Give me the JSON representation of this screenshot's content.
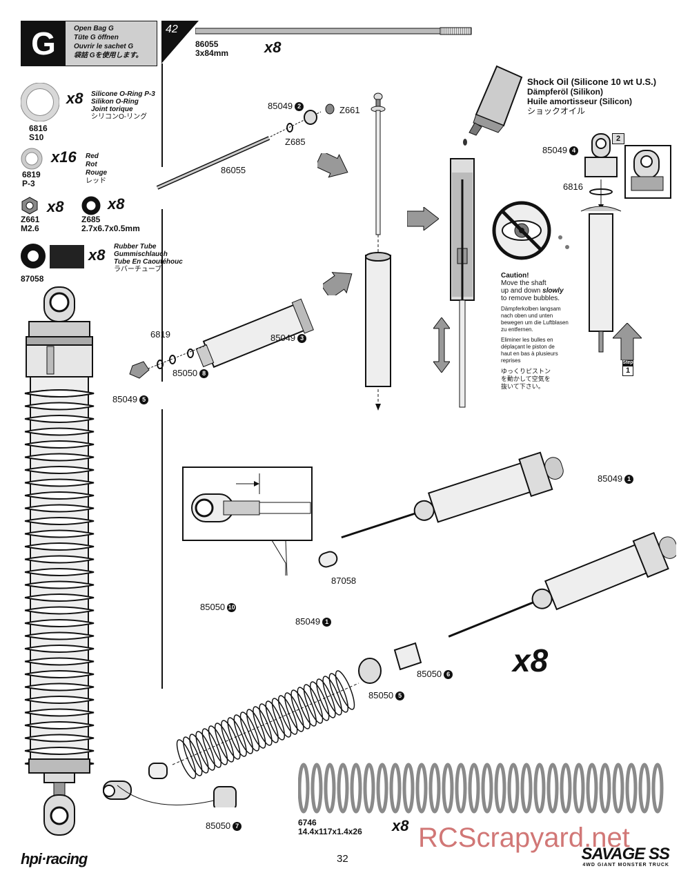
{
  "bag": {
    "letter": "G",
    "lines": [
      "Open Bag G",
      "Tüte G öffnen",
      "Ouvrir le sachet G",
      "袋詰 Gを使用します。"
    ]
  },
  "step_number": "42",
  "parts": [
    {
      "id": "86055",
      "desc": "3x84mm",
      "qty": "x8"
    },
    {
      "id": "6816",
      "desc": "S10",
      "qty": "x8",
      "names": [
        "Silicone O-Ring P-3",
        "Silikon O-Ring",
        "Joint torique",
        "シリコンO-リング"
      ]
    },
    {
      "id": "6819",
      "desc": "P-3",
      "qty": "x16",
      "names": [
        "Red",
        "Rot",
        "Rouge",
        "レッド"
      ]
    },
    {
      "id": "Z661",
      "desc": "M2.6",
      "qty": "x8"
    },
    {
      "id": "Z685",
      "desc": "2.7x6.7x0.5mm",
      "qty": "x8"
    },
    {
      "id": "87058",
      "desc": "",
      "qty": "x8",
      "names": [
        "Rubber Tube",
        "Gummischlauch",
        "Tube En Caoutéhouc",
        "ラバーチューブ"
      ]
    }
  ],
  "shock_oil": {
    "lines": [
      "Shock Oil (Silicone 10 wt U.S.)",
      "Dämpferöl (Silikon)",
      "Huile amortisseur (Silicon)",
      "ショックオイル"
    ]
  },
  "caution": {
    "title": "Caution!",
    "en_1": "Move the shaft",
    "en_2a": "up and down ",
    "en_2b": "slowly",
    "en_3": "to remove bubbles.",
    "de": [
      "Dämpferkolben langsam",
      "nach oben und unten",
      "bewegen um die Luftblasen",
      "zu entfernen."
    ],
    "fr": [
      "Eliminer les bulles en",
      "déplaçant le piston de",
      "haut en bas à plusieurs",
      "reprises"
    ],
    "jp": [
      "ゆっくりピストン",
      "を動かして空気を",
      "抜いて下さい。"
    ]
  },
  "step_box": {
    "label": "Step",
    "value": "1"
  },
  "inset_step": "2",
  "callouts": {
    "c_85049_2": {
      "text": "85049",
      "badge": "2"
    },
    "c_z661": {
      "text": "Z661"
    },
    "c_z685": {
      "text": "Z685"
    },
    "c_86055": {
      "text": "86055"
    },
    "c_6819": {
      "text": "6819"
    },
    "c_85049_3": {
      "text": "85049",
      "badge": "3"
    },
    "c_85050_8": {
      "text": "85050",
      "badge": "8"
    },
    "c_85049_5": {
      "text": "85049",
      "badge": "5"
    },
    "c_85049_4": {
      "text": "85049",
      "badge": "4"
    },
    "c_6816": {
      "text": "6816"
    },
    "c_85049_1a": {
      "text": "85049",
      "badge": "1"
    },
    "c_87058": {
      "text": "87058"
    },
    "c_85050_10": {
      "text": "85050",
      "badge": "10"
    },
    "c_85049_1b": {
      "text": "85049",
      "badge": "1"
    },
    "c_85050_6": {
      "text": "85050",
      "badge": "6"
    },
    "c_85050_5": {
      "text": "85050",
      "badge": "5"
    },
    "c_85050_7": {
      "text": "85050",
      "badge": "7"
    }
  },
  "assembly_qty": "x8",
  "spring": {
    "id": "6746",
    "desc": "14.4x117x1.4x26",
    "qty": "x8"
  },
  "footer": {
    "brand": "hpi·racing",
    "page": "32",
    "product": "SAVAGE SS",
    "product_sub": "4WD GIANT MONSTER TRUCK",
    "watermark": "RCScrapyard.net"
  },
  "colors": {
    "ink": "#111111",
    "watermark": "#c9605f",
    "spring": "#8a8a8a"
  }
}
